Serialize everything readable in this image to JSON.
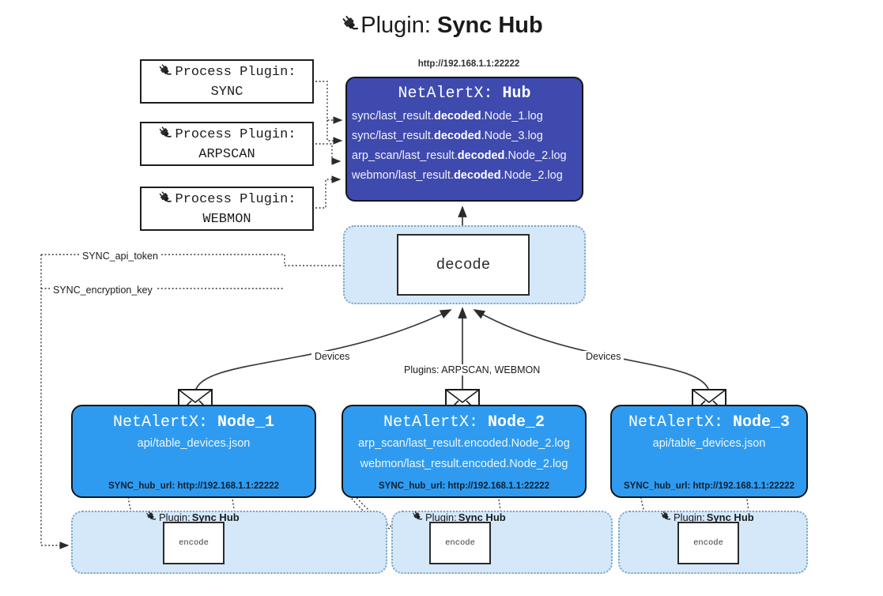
{
  "title": {
    "prefix": "Plugin: ",
    "name": "Sync Hub",
    "icon": "plug-icon"
  },
  "process_plugins": [
    {
      "label": "Process Plugin:",
      "name": "SYNC",
      "icon": "plug-icon"
    },
    {
      "label": "Process Plugin:",
      "name": "ARPSCAN",
      "icon": "plug-icon"
    },
    {
      "label": "Process Plugin:",
      "name": "WEBMON",
      "icon": "plug-icon"
    }
  ],
  "hub": {
    "url": "http://192.168.1.1:22222",
    "title_prefix": "NetAlertX: ",
    "title_name": "Hub",
    "lines": [
      {
        "pre": "sync/last_result.",
        "mid": "decoded",
        "post": ".Node_1.log"
      },
      {
        "pre": "sync/last_result.",
        "mid": "decoded",
        "post": ".Node_3.log"
      },
      {
        "pre": "arp_scan/last_result.",
        "mid": "decoded",
        "post": ".Node_2.log"
      },
      {
        "pre": "webmon/last_result.",
        "mid": "decoded",
        "post": ".Node_2.log"
      }
    ]
  },
  "decode": {
    "label": "decode"
  },
  "wire_labels": {
    "api_token": "SYNC_api_token",
    "encryption_key": "SYNC_encryption_key",
    "devices_left": "Devices",
    "devices_right": "Devices",
    "plugins_mid": "Plugins: ARPSCAN, WEBMON"
  },
  "nodes": [
    {
      "title_prefix": "NetAlertX: ",
      "title_name": "Node_1",
      "lines": [
        "api/table_devices.json"
      ],
      "hub_url_label": "SYNC_hub_url: http://192.168.1.1:22222",
      "envelope_icon": "envelope-icon"
    },
    {
      "title_prefix": "NetAlertX: ",
      "title_name": "Node_2",
      "lines": [
        "arp_scan/last_result.encoded.Node_2.log",
        "webmon/last_result.encoded.Node_2.log"
      ],
      "hub_url_label": "SYNC_hub_url: http://192.168.1.1:22222",
      "envelope_icon": "envelope-icon"
    },
    {
      "title_prefix": "NetAlertX: ",
      "title_name": "Node_3",
      "lines": [
        "api/table_devices.json"
      ],
      "hub_url_label": "SYNC_hub_url: http://192.168.1.1:22222",
      "envelope_icon": "envelope-icon"
    }
  ],
  "bottom_panels": [
    {
      "plugin_prefix": "Plugin: ",
      "plugin_name": "Sync Hub",
      "encode_label": "encode",
      "icon": "plug-icon"
    },
    {
      "plugin_prefix": "Plugin: ",
      "plugin_name": "Sync Hub",
      "encode_label": "encode",
      "icon": "plug-icon"
    },
    {
      "plugin_prefix": "Plugin: ",
      "plugin_name": "Sync Hub",
      "encode_label": "encode",
      "icon": "plug-icon"
    }
  ],
  "colors": {
    "hub": "#3f4aaf",
    "node": "#2f9bf0",
    "panel": "#d4e8fa",
    "panel_border": "#7aa4c4",
    "stroke": "#3a3a3a",
    "text_dark": "#1b1b1b"
  }
}
